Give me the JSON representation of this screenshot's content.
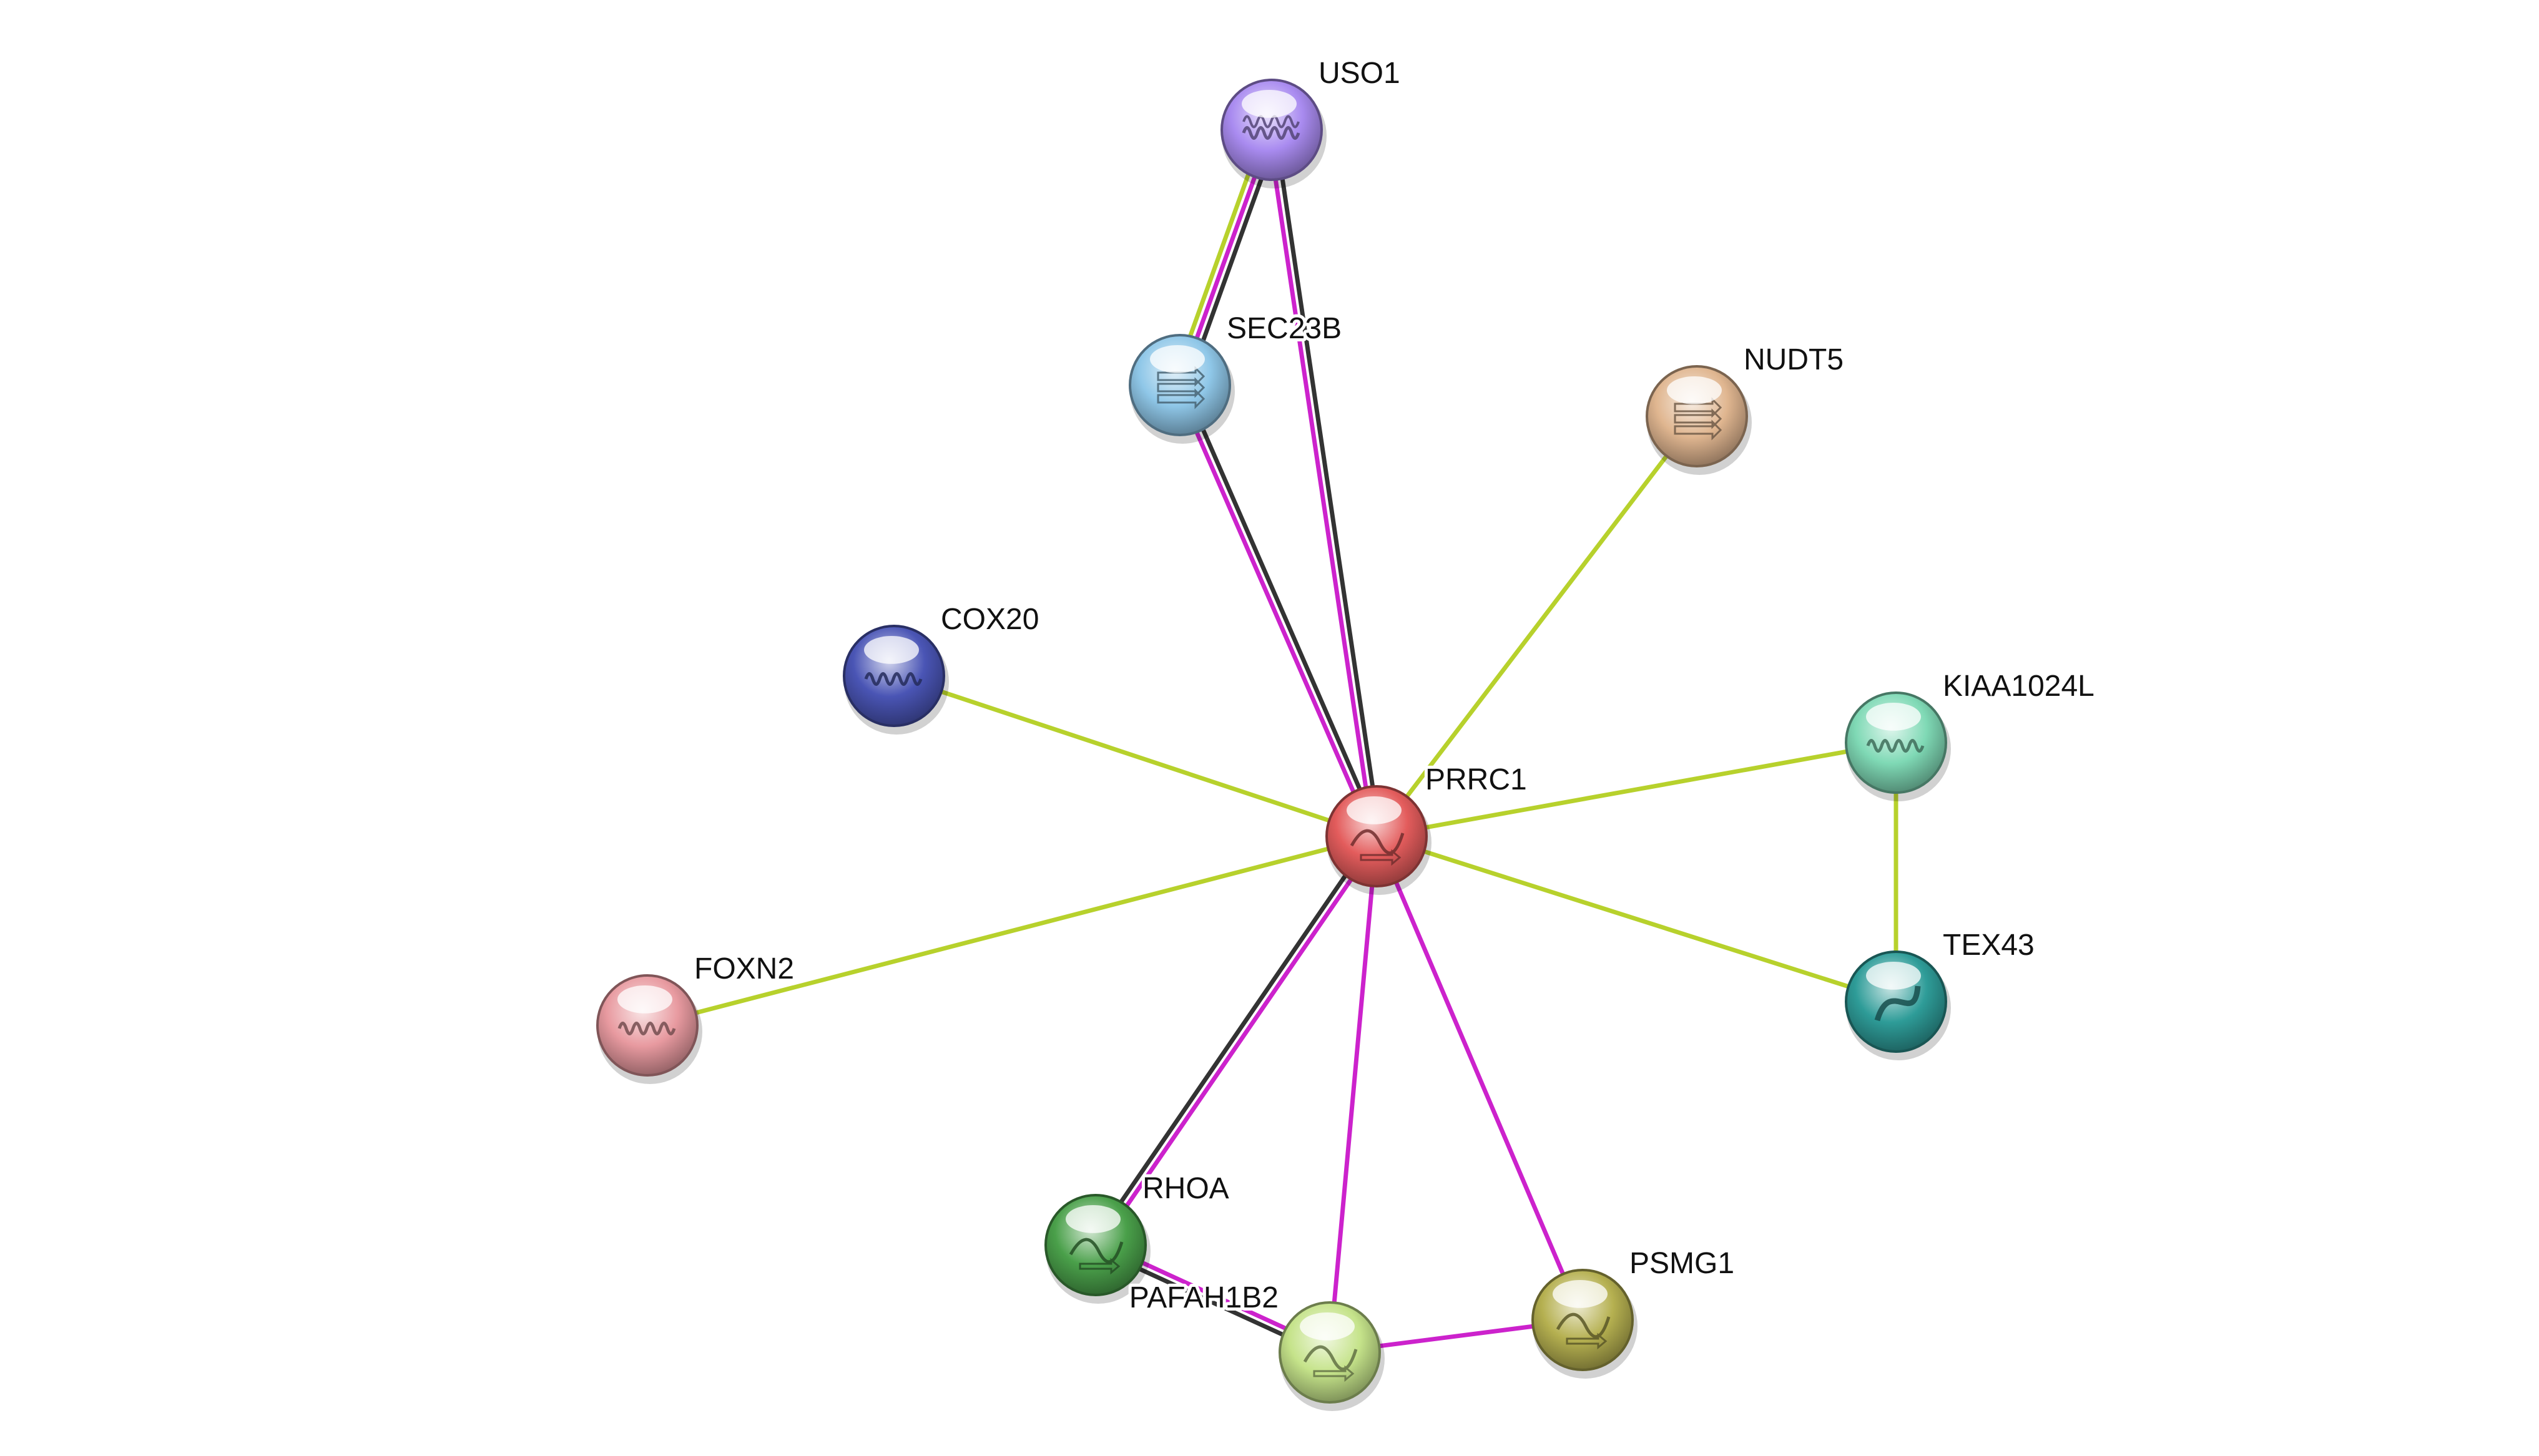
{
  "diagram": {
    "type": "protein-interaction-network",
    "center_node": "PRRC1",
    "edge_colors": {
      "text_mining": "#b7d12c",
      "experiments": "#cc22cc",
      "coexpression": "#333333"
    },
    "nodes": [
      {
        "id": "USO1",
        "label": "USO1",
        "color": "#a98bf0",
        "glyph": "helix-bundle"
      },
      {
        "id": "SEC23B",
        "label": "SEC23B",
        "color": "#8fc7e8",
        "glyph": "beta-sheet"
      },
      {
        "id": "NUDT5",
        "label": "NUDT5",
        "color": "#e0b690",
        "glyph": "beta-sheet"
      },
      {
        "id": "COX20",
        "label": "COX20",
        "color": "#4a55b5",
        "glyph": "helix"
      },
      {
        "id": "PRRC1",
        "label": "PRRC1",
        "color": "#e35c5c",
        "glyph": "mixed"
      },
      {
        "id": "KIAA1024L",
        "label": "KIAA1024L",
        "color": "#7fd9b5",
        "glyph": "helix"
      },
      {
        "id": "TEX43",
        "label": "TEX43",
        "color": "#2e9c98",
        "glyph": "ribbon"
      },
      {
        "id": "FOXN2",
        "label": "FOXN2",
        "color": "#e89aa0",
        "glyph": "helix"
      },
      {
        "id": "RHOA",
        "label": "RHOA",
        "color": "#4aa04a",
        "glyph": "mixed"
      },
      {
        "id": "PAFAH1B2",
        "label": "PAFAH1B2",
        "color": "#c5e38a",
        "glyph": "mixed"
      },
      {
        "id": "PSMG1",
        "label": "PSMG1",
        "color": "#b5b050",
        "glyph": "mixed"
      }
    ],
    "edges": [
      {
        "source": "PRRC1",
        "target": "USO1",
        "types": [
          "experiments",
          "coexpression"
        ]
      },
      {
        "source": "PRRC1",
        "target": "SEC23B",
        "types": [
          "experiments",
          "coexpression"
        ]
      },
      {
        "source": "SEC23B",
        "target": "USO1",
        "types": [
          "text_mining",
          "experiments",
          "coexpression"
        ]
      },
      {
        "source": "PRRC1",
        "target": "NUDT5",
        "types": [
          "text_mining"
        ]
      },
      {
        "source": "PRRC1",
        "target": "COX20",
        "types": [
          "text_mining"
        ]
      },
      {
        "source": "PRRC1",
        "target": "KIAA1024L",
        "types": [
          "text_mining"
        ]
      },
      {
        "source": "PRRC1",
        "target": "TEX43",
        "types": [
          "text_mining"
        ]
      },
      {
        "source": "KIAA1024L",
        "target": "TEX43",
        "types": [
          "text_mining"
        ]
      },
      {
        "source": "PRRC1",
        "target": "FOXN2",
        "types": [
          "text_mining"
        ]
      },
      {
        "source": "PRRC1",
        "target": "RHOA",
        "types": [
          "experiments",
          "coexpression"
        ]
      },
      {
        "source": "PRRC1",
        "target": "PAFAH1B2",
        "types": [
          "experiments"
        ]
      },
      {
        "source": "PRRC1",
        "target": "PSMG1",
        "types": [
          "experiments"
        ]
      },
      {
        "source": "RHOA",
        "target": "PAFAH1B2",
        "types": [
          "experiments",
          "coexpression"
        ]
      },
      {
        "source": "PAFAH1B2",
        "target": "PSMG1",
        "types": [
          "experiments"
        ]
      }
    ]
  }
}
